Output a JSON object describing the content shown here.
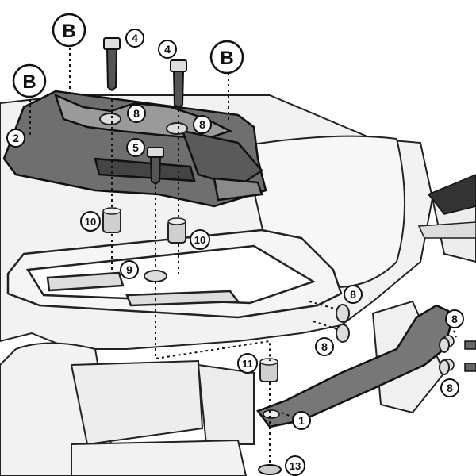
{
  "diagram": {
    "reference_marks": [
      {
        "id": "b-top",
        "label": "B"
      },
      {
        "id": "b-left",
        "label": "B"
      },
      {
        "id": "b-right",
        "label": "B"
      }
    ],
    "callouts": [
      {
        "id": "c1",
        "label": "1"
      },
      {
        "id": "c2",
        "label": "2"
      },
      {
        "id": "c4a",
        "label": "4"
      },
      {
        "id": "c4b",
        "label": "4"
      },
      {
        "id": "c5",
        "label": "5"
      },
      {
        "id": "c8a",
        "label": "8"
      },
      {
        "id": "c8b",
        "label": "8"
      },
      {
        "id": "c8c",
        "label": "8"
      },
      {
        "id": "c8d",
        "label": "8"
      },
      {
        "id": "c8e",
        "label": "8"
      },
      {
        "id": "c8f",
        "label": "8"
      },
      {
        "id": "c9",
        "label": "9"
      },
      {
        "id": "c10a",
        "label": "10"
      },
      {
        "id": "c10b",
        "label": "10"
      },
      {
        "id": "c11",
        "label": "11"
      },
      {
        "id": "c13",
        "label": "13"
      }
    ]
  }
}
